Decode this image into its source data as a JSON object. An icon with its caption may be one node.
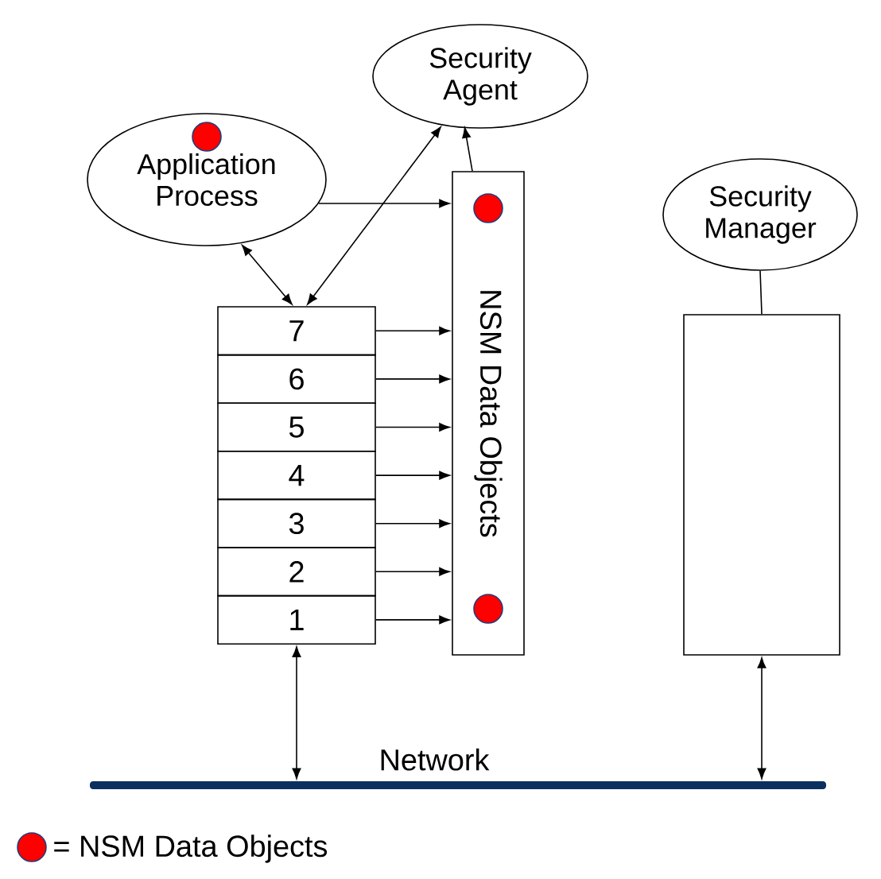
{
  "diagram": {
    "nodes": [
      {
        "text": [
          "Security Agent"
        ]
      },
      {
        "text": [
          "Application Process"
        ]
      },
      {
        "text": [
          "Security Manager"
        ]
      },
      {
        "text": [
          "NSM Data Objects"
        ]
      },
      {
        "text": [
          "7"
        ]
      },
      {
        "text": [
          "6"
        ]
      },
      {
        "text": [
          "5"
        ]
      },
      {
        "text": [
          "4"
        ]
      },
      {
        "text": [
          "3"
        ]
      },
      {
        "text": [
          "2"
        ]
      },
      {
        "text": [
          "1"
        ]
      },
      {
        "text": [],
        "shape": "box"
      },
      {
        "text": [
          "Network"
        ]
      }
    ],
    "edges": [
      {
        "from": 1,
        "to": 4,
        "arrow": "both"
      },
      {
        "from": 0,
        "to": 4,
        "arrow": "both"
      },
      {
        "from": 1,
        "to": 3,
        "arrow": "to"
      },
      {
        "from": 3,
        "to": 0,
        "arrow": "to"
      },
      {
        "from": 4,
        "to": 3,
        "arrow": "to"
      },
      {
        "from": 5,
        "to": 3,
        "arrow": "to"
      },
      {
        "from": 6,
        "to": 3,
        "arrow": "to"
      },
      {
        "from": 7,
        "to": 3,
        "arrow": "to"
      },
      {
        "from": 8,
        "to": 3,
        "arrow": "to"
      },
      {
        "from": 9,
        "to": 3,
        "arrow": "to"
      },
      {
        "from": 10,
        "to": 3,
        "arrow": "to"
      },
      {
        "from": 2,
        "to": 11,
        "arrow": "none"
      },
      {
        "from": 10,
        "to": 12,
        "arrow": "both"
      },
      {
        "from": 11,
        "to": 12,
        "arrow": "both"
      }
    ],
    "legend": [
      {
        "text": "= NSM Data Objects",
        "color": "#ff0000"
      }
    ]
  }
}
